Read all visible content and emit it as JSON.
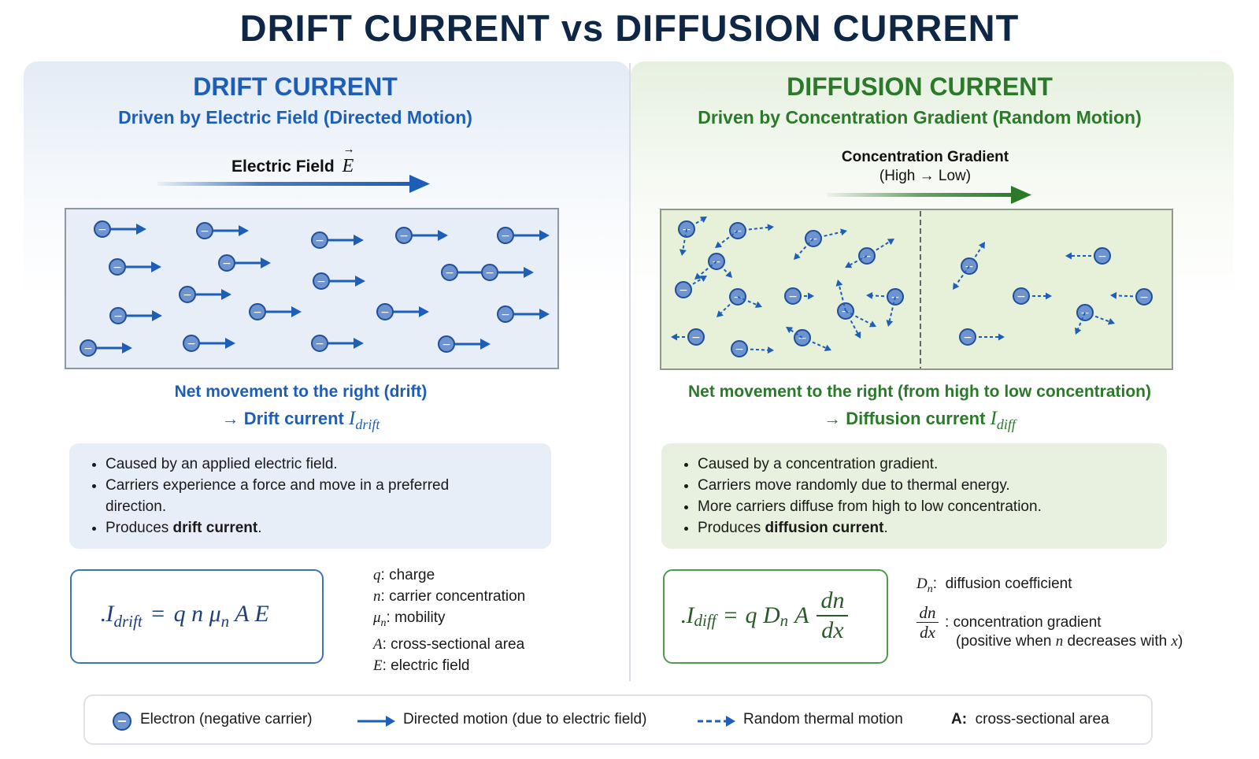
{
  "title": "DRIFT CURRENT vs DIFFUSION CURRENT",
  "colors": {
    "drift_accent": "#1d5fb8",
    "diffusion_accent": "#2a7a2a",
    "electron_fill": "#6e93cf",
    "title": "#0f2746"
  },
  "drift": {
    "title": "DRIFT CURRENT",
    "subtitle": "Driven by Electric Field (Directed Motion)",
    "field_label": "Electric Field",
    "field_symbol": "E",
    "field_vector_mark": "→",
    "net_movement": "Net movement to the right (drift)",
    "current_prefix": "→ Drift current",
    "current_symbol": "I",
    "current_sub": "drift",
    "bullets": [
      {
        "text": "Caused by an applied electric field."
      },
      {
        "text": "Carriers experience a force and move in a preferred direction."
      },
      {
        "text": "Produces ",
        "bold": "drift current",
        "tail": "."
      }
    ],
    "formula": {
      "lhs": "I",
      "lhs_sub": "drift",
      "eq": "=",
      "rhs": "q n μ",
      "rhs_sub": "n",
      "rhs_tail": "A E"
    },
    "variables": [
      {
        "sym": "q",
        "desc": "charge"
      },
      {
        "sym": "n",
        "desc": "carrier concentration"
      },
      {
        "sym": "μ",
        "sub": "n",
        "desc": "mobility"
      },
      {
        "sym": "A",
        "desc": "cross-sectional area"
      },
      {
        "sym": "E",
        "desc": "electric field"
      }
    ]
  },
  "diffusion": {
    "title": "DIFFUSION CURRENT",
    "subtitle": "Driven by Concentration Gradient (Random Motion)",
    "gradient_label": "Concentration Gradient",
    "gradient_sub": "(High → Low)",
    "net_movement": "Net movement to the right (from high to low concentration)",
    "current_prefix": "→ Diffusion current",
    "current_symbol": "I",
    "current_sub": "diff",
    "bullets": [
      {
        "text": "Caused by a concentration gradient."
      },
      {
        "text": "Carriers move randomly due to thermal energy."
      },
      {
        "text": "More carriers diffuse from high to low concentration."
      },
      {
        "text": "Produces ",
        "bold": "diffusion current",
        "tail": "."
      }
    ],
    "formula": {
      "lhs": "I",
      "lhs_sub": "diff",
      "eq": "=",
      "rhs": "q D",
      "rhs_sub": "n",
      "rhs_tail": "A",
      "num": "dn",
      "den": "dx"
    },
    "variables": [
      {
        "sym": "D",
        "sub": "n",
        "desc": "diffusion coefficient"
      },
      {
        "num": "dn",
        "den": "dx",
        "desc": "concentration gradient"
      },
      {
        "desc_pre": "(positive when ",
        "sym": "n",
        "desc_mid": " decreases with ",
        "sym2": "x",
        "desc_post": ")"
      }
    ]
  },
  "electron_symbol": "−",
  "legend": {
    "electron": "Electron (negative carrier)",
    "directed": "Directed motion (due to electric field)",
    "random": "Random thermal motion",
    "area_key": "A:",
    "area_desc": "cross-sectional area"
  }
}
